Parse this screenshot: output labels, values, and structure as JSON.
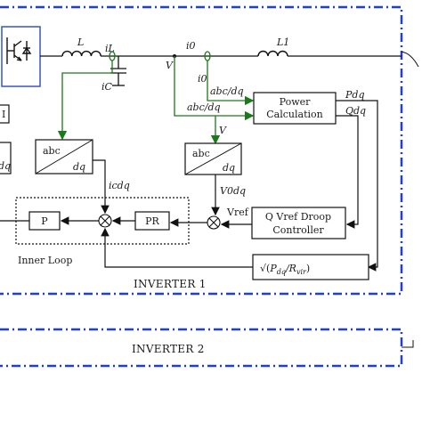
{
  "diagram": {
    "inverter1_title": "INVERTER 1",
    "inverter2_title": "INVERTER 2",
    "inner_loop_label": "Inner Loop",
    "blocks": {
      "power_calc_line1": "Power",
      "power_calc_line2": "Calculation",
      "q_droop_line1": "Q Vref Droop",
      "q_droop_line2": "Controller",
      "virtual_impedance": "√P_dq/R_vir",
      "pr": "PR",
      "p": "P",
      "abc_dq_left_top": "abc",
      "abc_dq_left_bottom": "dq",
      "abc_dq_mid_top": "abc",
      "abc_dq_mid_bottom": "dq",
      "abc_dq_edge_bottom": "dq",
      "edge_block_char": "I"
    },
    "signals": {
      "L": "L",
      "L1": "L1",
      "iL": "iL",
      "i0": "i0",
      "V_node": "V",
      "iC": "iC",
      "i0_arrow": "i0",
      "abc_dq_1": "abc/dq",
      "abc_dq_2": "abc/dq",
      "V_down": "V",
      "P_dq": "Pdq",
      "Q_dq": "Qdq",
      "i_cdq": "icdq",
      "V_0dq": "V0dq",
      "Vref": "Vref"
    },
    "colors": {
      "border": "#1f3fd6",
      "green": "#1a7a1a",
      "line": "#111111",
      "switch_box": "#3a54c8"
    }
  }
}
